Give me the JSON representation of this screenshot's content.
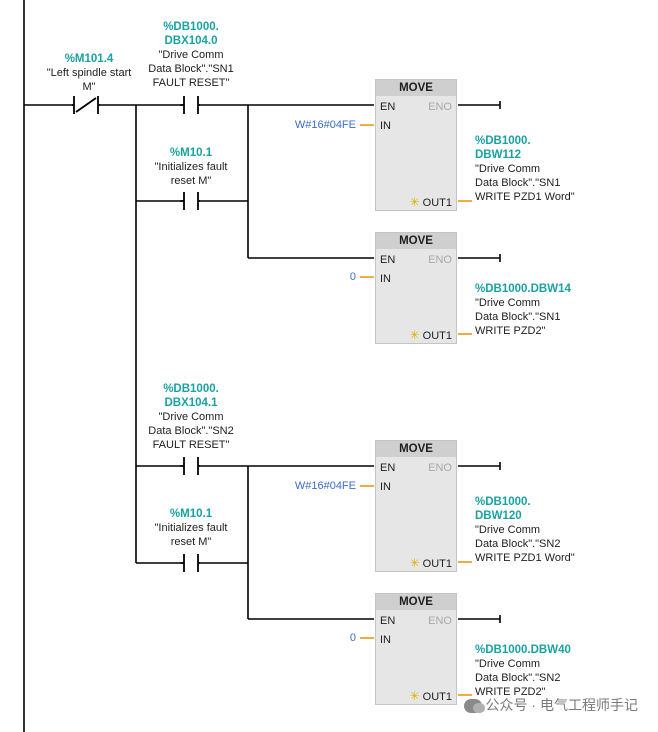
{
  "contacts": {
    "m101": {
      "addr": "%M101.4",
      "sym1": "\"Left spindle start",
      "sym2": "M\""
    },
    "sn1_reset": {
      "addr1": "%DB1000.",
      "addr2": "DBX104.0",
      "sym1": "\"Drive Comm",
      "sym2": "Data Block\".\"SN1",
      "sym3": "FAULT RESET\""
    },
    "m10_a": {
      "addr": "%M10.1",
      "sym1": "\"Initializes fault",
      "sym2": "reset M\""
    },
    "sn2_reset": {
      "addr1": "%DB1000.",
      "addr2": "DBX104.1",
      "sym1": "\"Drive Comm",
      "sym2": "Data Block\".\"SN2",
      "sym3": "FAULT RESET\""
    },
    "m10_b": {
      "addr": "%M10.1",
      "sym1": "\"Initializes fault",
      "sym2": "reset M\""
    }
  },
  "moves": [
    {
      "title": "MOVE",
      "en": "EN",
      "eno": "ENO",
      "in": "IN",
      "out": "OUT1",
      "in_value": "W#16#04FE",
      "out_addr1": "%DB1000.",
      "out_addr2": "DBW112",
      "out_sym1": "\"Drive Comm",
      "out_sym2": "Data Block\".\"SN1",
      "out_sym3": "WRITE PZD1 Word\""
    },
    {
      "title": "MOVE",
      "en": "EN",
      "eno": "ENO",
      "in": "IN",
      "out": "OUT1",
      "in_value": "0",
      "out_addr1": "%DB1000.DBW14",
      "out_addr2": "",
      "out_sym1": "\"Drive Comm",
      "out_sym2": "Data Block\".\"SN1",
      "out_sym3": "WRITE PZD2\""
    },
    {
      "title": "MOVE",
      "en": "EN",
      "eno": "ENO",
      "in": "IN",
      "out": "OUT1",
      "in_value": "W#16#04FE",
      "out_addr1": "%DB1000.",
      "out_addr2": "DBW120",
      "out_sym1": "\"Drive Comm",
      "out_sym2": "Data Block\".\"SN2",
      "out_sym3": "WRITE PZD1 Word\""
    },
    {
      "title": "MOVE",
      "en": "EN",
      "eno": "ENO",
      "in": "IN",
      "out": "OUT1",
      "in_value": "0",
      "out_addr1": "%DB1000.DBW40",
      "out_addr2": "",
      "out_sym1": "\"Drive Comm",
      "out_sym2": "Data Block\".\"SN2",
      "out_sym3": "WRITE PZD2\""
    }
  ],
  "watermark": "公众号 · 电气工程师手记",
  "colors": {
    "wire": "#000000",
    "pin_wire": "#f0a030",
    "address": "#1aa2a2",
    "constant": "#3b6cc9"
  }
}
